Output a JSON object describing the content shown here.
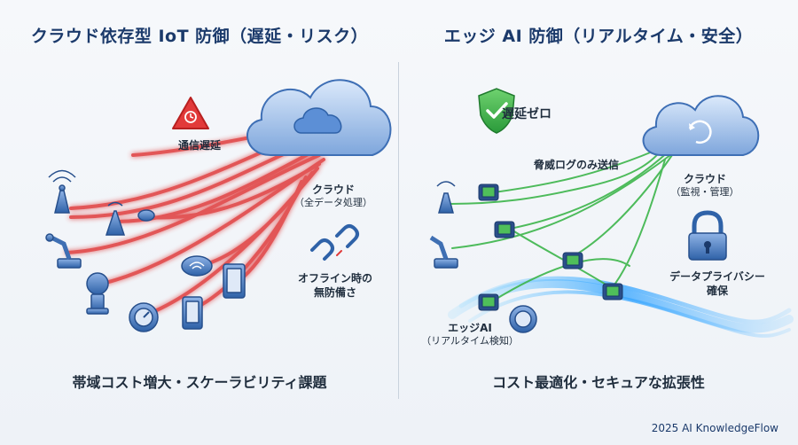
{
  "left": {
    "title": "クラウド依存型 IoT 防御（遅延・リスク）",
    "latency_label": "通信遅延",
    "cloud_label": "クラウド",
    "cloud_sub": "（全データ処理）",
    "offline_label": "オフライン時の",
    "offline_label2": "無防備さ",
    "caption": "帯域コスト増大・スケーラビリティ課題",
    "accent": "#e23a3a"
  },
  "right": {
    "title": "エッジ AI 防御（リアルタイム・安全）",
    "zero_latency_label": "遅延ゼロ",
    "threat_log_label": "脅威ログのみ送信",
    "cloud_label": "クラウド",
    "cloud_sub": "（監視・管理）",
    "privacy_label": "データプライバシー",
    "privacy_label2": "確保",
    "edge_label": "エッジAI",
    "edge_sub": "（リアルタイム検知）",
    "caption": "コスト最適化・セキュアな拡張性",
    "accent": "#3cb54a"
  },
  "footer": "2025 AI KnowledgeFlow"
}
